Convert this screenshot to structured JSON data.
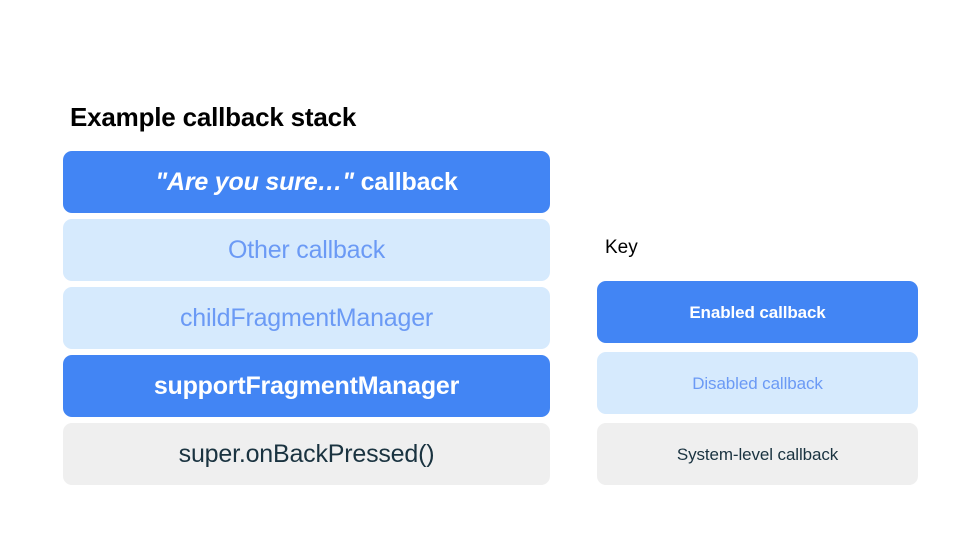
{
  "colors": {
    "enabled_fill": "#4285F4",
    "enabled_text": "#FFFFFF",
    "disabled_fill": "#D6EAFD",
    "disabled_text": "#6B9AF5",
    "system_fill": "#EFEFEF",
    "system_text": "#1A3340",
    "title_text": "#000000",
    "background": "#FFFFFF"
  },
  "stack": {
    "title": "Example callback stack",
    "items": [
      {
        "label": "\"Are you sure…\" callback",
        "quoted_part": "\"Are you sure…\"",
        "plain_part": " callback",
        "state": "enabled"
      },
      {
        "label": "Other callback",
        "state": "disabled"
      },
      {
        "label": "childFragmentManager",
        "state": "disabled"
      },
      {
        "label": "supportFragmentManager",
        "state": "enabled"
      },
      {
        "label": "super.onBackPressed()",
        "state": "system"
      }
    ]
  },
  "key": {
    "title": "Key",
    "items": [
      {
        "label": "Enabled callback",
        "state": "enabled"
      },
      {
        "label": "Disabled callback",
        "state": "disabled"
      },
      {
        "label": "System-level callback",
        "state": "system"
      }
    ]
  }
}
